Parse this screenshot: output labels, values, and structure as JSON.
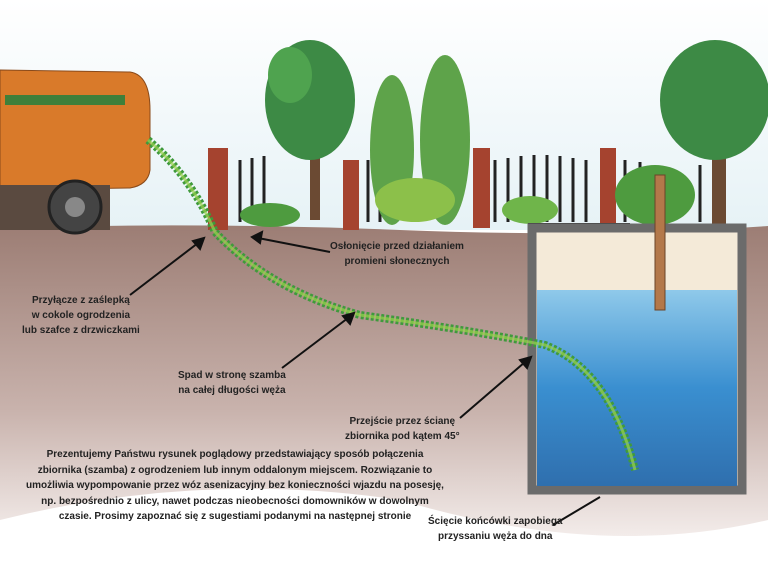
{
  "labels": {
    "sun_protection": [
      "Osłonięcie przed działaniem",
      "promieni słonecznych"
    ],
    "connector": [
      "Przyłącze z zaślepką",
      "w cokole ogrodzenia",
      "lub szafce z drzwiczkami"
    ],
    "slope": [
      "Spad w stronę szamba",
      "na całej długości węża"
    ],
    "wall_passage": [
      "Przejście przez ścianę",
      "zbiornika pod kątem 45°"
    ],
    "tip_cut": [
      "Ścięcie końcówki zapobiega",
      "przyssaniu węża do dna"
    ]
  },
  "intro_text": "Prezentujemy Państwu rysunek poglądowy przedstawiający sposób połączenia zbiornika (szamba) z ogrodzeniem lub innym oddalonym miejscem. Rozwiązanie to umożliwia wypompowanie przez wóz asenizacyjny bez konieczności wjazdu na posesję, np. bezpośrednio z ulicy, nawet podczas nieobecności domowników w dowolnym czasie. Prosimy zapoznać się z sugestiami podanymi na następnej stronie",
  "colors": {
    "ground": "#a88a80",
    "hose": "#3f9a3c",
    "water": "#3a8fd0",
    "tank_frame": "#6b6b6b",
    "truck": "#d97a2a",
    "brick": "#a5432f"
  }
}
